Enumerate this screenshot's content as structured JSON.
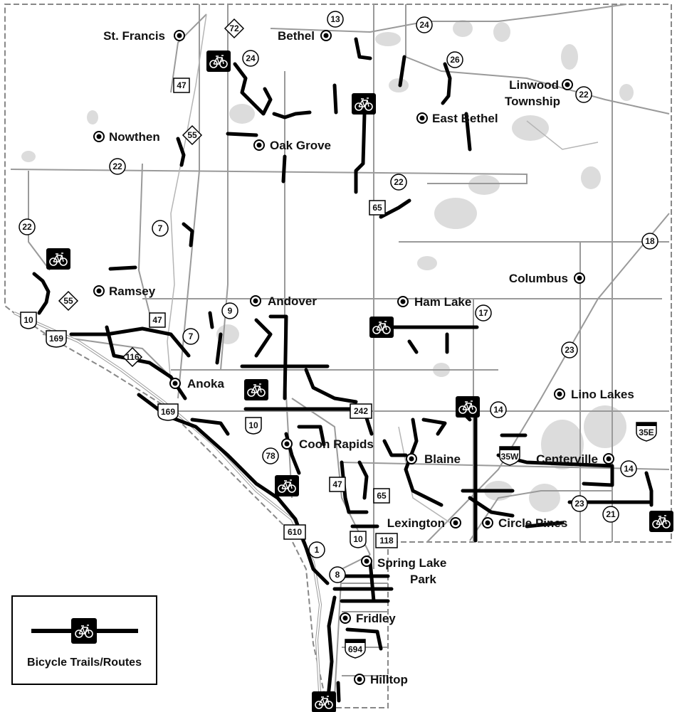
{
  "colors": {
    "trail": "#000000",
    "road": "#9a9a9a",
    "lake": "#dcdcdc",
    "border": "#888888"
  },
  "icons": {
    "bicycle": "bicycle-icon",
    "city_marker": "circle-dot-icon"
  },
  "cities": [
    {
      "id": "st-francis",
      "name": "St. Francis"
    },
    {
      "id": "bethel",
      "name": "Bethel"
    },
    {
      "id": "linwood-1",
      "name": "Linwood"
    },
    {
      "id": "linwood-2",
      "name": "Township"
    },
    {
      "id": "east-bethel",
      "name": "East Bethel"
    },
    {
      "id": "nowthen",
      "name": "Nowthen"
    },
    {
      "id": "oak-grove",
      "name": "Oak Grove"
    },
    {
      "id": "columbus",
      "name": "Columbus"
    },
    {
      "id": "ramsey",
      "name": "Ramsey"
    },
    {
      "id": "andover",
      "name": "Andover"
    },
    {
      "id": "ham-lake",
      "name": "Ham Lake"
    },
    {
      "id": "anoka",
      "name": "Anoka"
    },
    {
      "id": "lino-lakes",
      "name": "Lino Lakes"
    },
    {
      "id": "coon-rapids",
      "name": "Coon Rapids"
    },
    {
      "id": "blaine",
      "name": "Blaine"
    },
    {
      "id": "centerville",
      "name": "Centerville"
    },
    {
      "id": "lexington",
      "name": "Lexington"
    },
    {
      "id": "circle-pines",
      "name": "Circle Pines"
    },
    {
      "id": "spring-lake-1",
      "name": "Spring Lake"
    },
    {
      "id": "spring-lake-2",
      "name": "Park"
    },
    {
      "id": "fridley",
      "name": "Fridley"
    },
    {
      "id": "hilltop",
      "name": "Hilltop"
    }
  ],
  "routes": {
    "county": [
      "13",
      "24",
      "24",
      "26",
      "22",
      "22",
      "22",
      "22",
      "7",
      "9",
      "7",
      "17",
      "18",
      "23",
      "14",
      "14",
      "23",
      "21",
      "78",
      "1",
      "8"
    ],
    "state": [
      "72",
      "55",
      "55",
      "116"
    ],
    "highway": [
      "47",
      "65",
      "47",
      "242",
      "47",
      "65",
      "118",
      "610"
    ],
    "us": [
      "10",
      "169",
      "169",
      "10",
      "10"
    ],
    "interstate": [
      "35W",
      "35E",
      "694"
    ]
  },
  "legend": {
    "label": "Bicycle Trails/Routes"
  }
}
